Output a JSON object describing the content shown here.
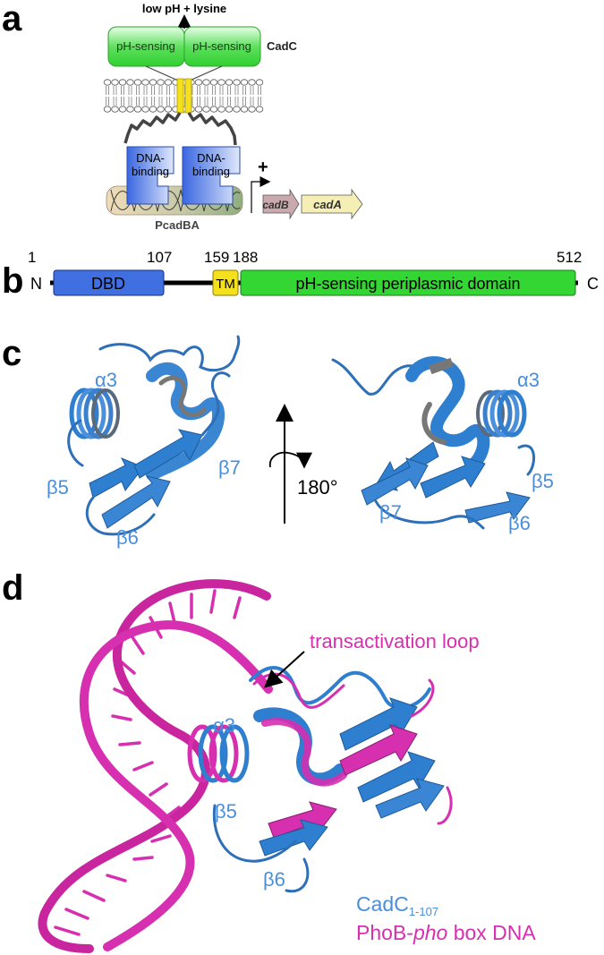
{
  "panels": {
    "a": {
      "letter": "a",
      "signal": "low pH + lysine",
      "sensing_left": "pH-sensing",
      "sensing_right": "pH-sensing",
      "protein": "CadC",
      "dna_binding_left_1": "DNA-",
      "dna_binding_left_2": "binding",
      "dna_binding_right_1": "DNA-",
      "dna_binding_right_2": "binding",
      "promoter": "PcadBA",
      "plus": "+",
      "gene_b": "cadB",
      "gene_a": "cadA"
    },
    "b": {
      "letter": "b",
      "n_term": "N",
      "c_term": "C",
      "pos_1": "1",
      "pos_107": "107",
      "pos_159": "159",
      "pos_188": "188",
      "pos_512": "512",
      "dbd": "DBD",
      "tm": "TM",
      "periplasmic": "pH-sensing periplasmic domain"
    },
    "c": {
      "letter": "c",
      "left_a3": "α3",
      "left_b5": "β5",
      "left_b6": "β6",
      "left_b7": "β7",
      "rotation": "180°",
      "right_a3": "α3",
      "right_b5": "β5",
      "right_b6": "β6",
      "right_b7": "β7"
    },
    "d": {
      "letter": "d",
      "loop": "transactivation loop",
      "a3": "α3",
      "b5": "β5",
      "b6": "β6",
      "legend_cadc": "CadC",
      "legend_cadc_sub": "1-107",
      "legend_phob_1": "PhoB-",
      "legend_phob_2": "pho",
      "legend_phob_3": " box DNA"
    }
  },
  "colors": {
    "cadc_blue": "#2f7fd0",
    "label_blue": "#4a8ed8",
    "phob_magenta": "#d62fb0",
    "sensing_green": "#33d633",
    "tm_yellow": "#f5e01e",
    "dbd_blue": "#3f6fe0"
  }
}
